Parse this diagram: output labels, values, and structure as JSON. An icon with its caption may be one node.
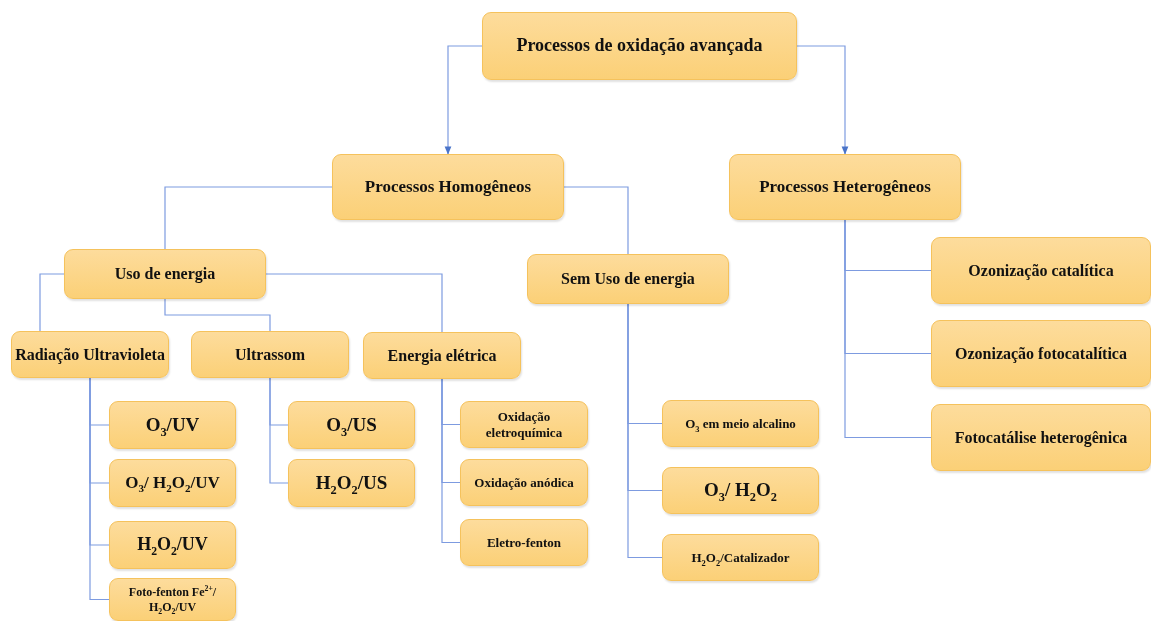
{
  "diagram": {
    "nodes": [
      {
        "text": [
          "Processos de oxidação avançada"
        ]
      },
      {
        "text": [
          "Processos Homogêneos"
        ]
      },
      {
        "text": [
          "Processos Heterogêneos"
        ]
      },
      {
        "text": [
          "Uso de energia"
        ]
      },
      {
        "text": [
          "Sem Uso de energia"
        ]
      },
      {
        "text": [
          "Radiação Ultravioleta"
        ]
      },
      {
        "text": [
          "Ultrassom"
        ]
      },
      {
        "text": [
          "Energia elétrica"
        ]
      },
      {
        "text": [
          "O$_{3}$/UV"
        ]
      },
      {
        "text": [
          "O$_{3}$/ H$_{2}$O$_{2}$/UV"
        ]
      },
      {
        "text": [
          "H$_{2}$O$_{2}$/UV"
        ]
      },
      {
        "text": [
          "Foto-fenton Fe$^{2+}$/ H$_{2}$O$_{2}$/UV"
        ]
      },
      {
        "text": [
          "O$_{3}$/US"
        ]
      },
      {
        "text": [
          "H$_{2}$O$_{2}$/US"
        ]
      },
      {
        "text": [
          "Oxidação eletroquímica"
        ]
      },
      {
        "text": [
          "Oxidação anódica"
        ]
      },
      {
        "text": [
          "Eletro-fenton"
        ]
      },
      {
        "text": [
          "O$_{3}$ em meio alcalino"
        ]
      },
      {
        "text": [
          "O$_{3}$/ H$_{2}$O$_{2}$"
        ]
      },
      {
        "text": [
          "H$_{2}$O$_{2}$/Catalizador"
        ]
      },
      {
        "text": [
          "Ozonização catalítica"
        ]
      },
      {
        "text": [
          "Ozonização fotocatalítica"
        ]
      },
      {
        "text": [
          "Fotocatálise heterogênica"
        ]
      }
    ],
    "edges": [
      {
        "from": 0,
        "to": 1,
        "arrow": "to"
      },
      {
        "from": 0,
        "to": 2,
        "arrow": "to"
      },
      {
        "from": 1,
        "to": 3,
        "arrow": "none"
      },
      {
        "from": 1,
        "to": 4,
        "arrow": "none"
      },
      {
        "from": 3,
        "to": 5,
        "arrow": "none"
      },
      {
        "from": 3,
        "to": 6,
        "arrow": "none"
      },
      {
        "from": 3,
        "to": 7,
        "arrow": "none"
      },
      {
        "from": 5,
        "to": 8,
        "arrow": "none"
      },
      {
        "from": 5,
        "to": 9,
        "arrow": "none"
      },
      {
        "from": 5,
        "to": 10,
        "arrow": "none"
      },
      {
        "from": 5,
        "to": 11,
        "arrow": "none"
      },
      {
        "from": 6,
        "to": 12,
        "arrow": "none"
      },
      {
        "from": 6,
        "to": 13,
        "arrow": "none"
      },
      {
        "from": 7,
        "to": 14,
        "arrow": "none"
      },
      {
        "from": 7,
        "to": 15,
        "arrow": "none"
      },
      {
        "from": 7,
        "to": 16,
        "arrow": "none"
      },
      {
        "from": 4,
        "to": 17,
        "arrow": "none"
      },
      {
        "from": 4,
        "to": 18,
        "arrow": "none"
      },
      {
        "from": 4,
        "to": 19,
        "arrow": "none"
      },
      {
        "from": 2,
        "to": 20,
        "arrow": "none"
      },
      {
        "from": 2,
        "to": 21,
        "arrow": "none"
      },
      {
        "from": 2,
        "to": 22,
        "arrow": "none"
      }
    ]
  }
}
